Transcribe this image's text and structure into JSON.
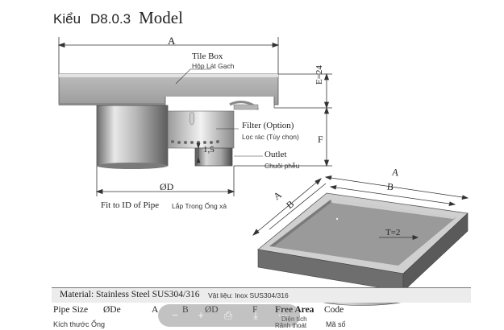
{
  "title": {
    "prefix": "Kiểu",
    "code": "D8.0.3",
    "model": "Model"
  },
  "dims": {
    "A": "A",
    "B": "B",
    "E": "E=24",
    "F": "F",
    "outlet_height": "1,5",
    "D": "ØD",
    "T": "T=2"
  },
  "labels": {
    "tile_box_en": "Tile Box",
    "tile_box_vi": "Hộp Lát Gạch",
    "filter_en": "Filter (Option)",
    "filter_vi": "Lọc rác (Tùy chọn)",
    "outlet_en": "Outlet",
    "outlet_vi": "Chuôi phễu",
    "pipe_fit_en": "Fit to ID of Pipe",
    "pipe_fit_vi": "Lắp Trong Ống xả"
  },
  "material": {
    "en": "Material: Stainless Steel SUS304/316",
    "vi": "Vật liệu: Inox SUS304/316"
  },
  "table_header": {
    "pipe_size": "Pipe Size",
    "pipe_size_vi": "Kích thước Ống",
    "de": "ØDe",
    "a": "A",
    "b": "B",
    "d": "ØD",
    "f": "F",
    "free_area": "Free Area",
    "free_area_vi_1": "Diện tích",
    "free_area_vi_2": "Rãnh thoát",
    "code": "Code",
    "code_vi": "Mã số"
  },
  "colors": {
    "metal_light": "#d9d9d9",
    "metal_mid": "#a9a9a9",
    "metal_dark": "#5e5e5e",
    "line": "#333333"
  },
  "toolbar_icons": [
    "zoom-out-icon",
    "zoom-in-icon",
    "print-icon",
    "save-icon",
    "more-icon"
  ]
}
